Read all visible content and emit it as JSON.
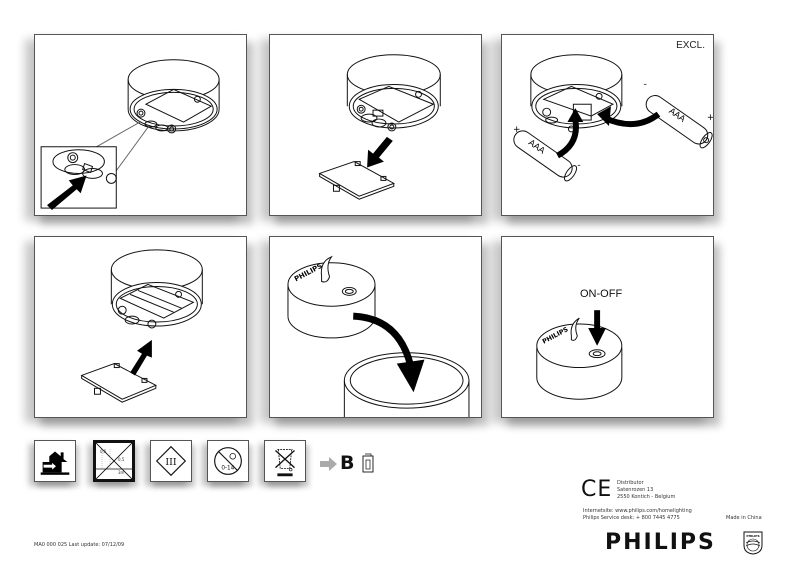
{
  "document": {
    "type": "Philips product instruction leaflet (battery replacement)",
    "steps": [
      {
        "index": 1,
        "illustration": "open-battery-compartment-latch",
        "label": ""
      },
      {
        "index": 2,
        "illustration": "remove-battery-cover",
        "label": ""
      },
      {
        "index": 3,
        "illustration": "insert-aaa-batteries",
        "label": "EXCL.",
        "batteries": [
          {
            "text": "AAA",
            "plus": "+",
            "minus": "-"
          },
          {
            "text": "AAA",
            "plus": "+",
            "minus": "-"
          }
        ]
      },
      {
        "index": 4,
        "illustration": "replace-battery-cover",
        "label": ""
      },
      {
        "index": 5,
        "illustration": "place-candle-in-holder",
        "label": "",
        "brand_on_product": "PHILIPS"
      },
      {
        "index": 6,
        "illustration": "press-on-off-button",
        "label": "ON-OFF",
        "brand_on_product": "PHILIPS"
      }
    ]
  },
  "symbols": [
    {
      "name": "indoor-use-only",
      "label": ""
    },
    {
      "name": "minimum-distance",
      "label": ""
    },
    {
      "name": "class-iii",
      "label": "III"
    },
    {
      "name": "not-for-children-014",
      "label": "0-14"
    },
    {
      "name": "weee-crossed-bin",
      "label": ""
    },
    {
      "name": "battery-disposal",
      "label": "B"
    }
  ],
  "footer": {
    "doc_code": "MA0 000 025 Last update: 07/12/09",
    "ce_mark": "CE",
    "distributor": {
      "title": "Distributor",
      "street": "Satenrozen 13",
      "city": "2550 Kontich - Belgium"
    },
    "website": "Internetsite: www.philips.com/homelighting",
    "service": "Philips Service desk: + 800 7445 4775",
    "made_in": "Made in China",
    "brand": "PHILIPS",
    "shield_text": "PHILIPS"
  }
}
